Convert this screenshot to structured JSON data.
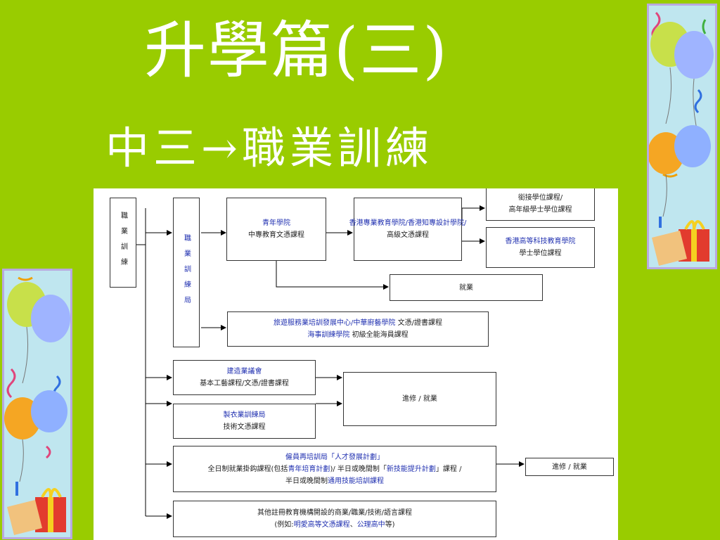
{
  "slide": {
    "title": "升學篇(三)",
    "subtitle": "中三→職業訓練",
    "background": "#99cc00"
  },
  "diagram": {
    "root": "職業訓練",
    "vtc": "職業訓練局",
    "youth_college": {
      "name": "青年學院",
      "course": "中專教育文憑課程"
    },
    "hkdi": {
      "name": "香港專業教育學院/香港知專設計學院/",
      "course": "高級文憑課程"
    },
    "degree": {
      "line1": "銜接學位課程/",
      "line2": "高年級學士學位課程"
    },
    "thei": {
      "name": "香港高等科技教育學院",
      "course": "學士學位課程"
    },
    "employment": "就業",
    "tourism": {
      "line1a": "旅遊服務業培訓發展中心/中華廚藝學院",
      "line1b": "文憑/證書課程",
      "line2a": "海事訓練學院",
      "line2b": "初級全能海員課程"
    },
    "construction": {
      "name": "建造業議會",
      "course": "基本工藝課程/文憑/證書課程"
    },
    "clothing": {
      "name": "製衣業訓練局",
      "course": "技術文憑課程"
    },
    "study_work": "進修 / 就業",
    "erb": {
      "name": "僱員再培訓局「人才發展計劃」",
      "line2a": "全日制就業掛鈎課程(包括",
      "line2b": "青年培育計劃",
      "line2c": ")/ 半日或晚間制「",
      "line2d": "新技能提升計劃",
      "line2e": "」課程 /",
      "line3a": "半日或晚間制",
      "line3b": "通用技能培訓課程"
    },
    "erb_result": "進修 / 就業",
    "others": {
      "line1": "其他註冊教育機構開設的商業/職業/技術/語言課程",
      "line2a": "(例如:",
      "line2b": "明愛高等文憑課程",
      "line2c": "、",
      "line2d": "公理高中",
      "line2e": "等)"
    }
  },
  "icons": [
    "balloon-icon",
    "gift-icon",
    "cake-icon",
    "confetti-icon"
  ]
}
